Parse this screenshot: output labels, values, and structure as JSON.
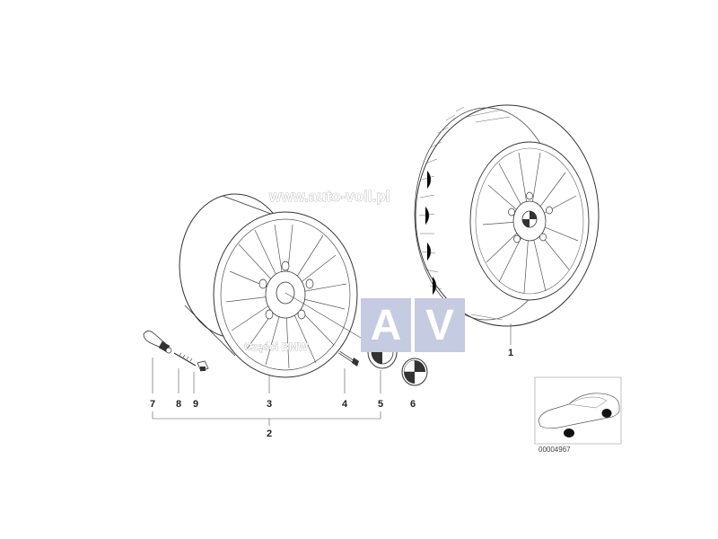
{
  "watermark": {
    "url": "www.auto-voll.pl",
    "subtitle": "Części BMW",
    "logo_letters": [
      "A",
      "V"
    ],
    "logo_color": "#c5cbe0"
  },
  "callouts": [
    "1",
    "2",
    "3",
    "4",
    "5",
    "6",
    "7",
    "8",
    "9"
  ],
  "diagram_code": "00004967"
}
